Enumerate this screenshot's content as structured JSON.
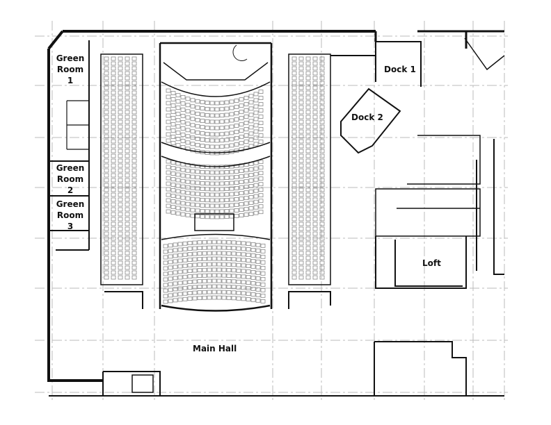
{
  "rooms": {
    "green_room_1": {
      "line1": "Green",
      "line2": "Room 1"
    },
    "green_room_2": {
      "line1": "Green",
      "line2": "Room 2"
    },
    "green_room_3": {
      "line1": "Green",
      "line2": "Room 3"
    },
    "dock_1": "Dock 1",
    "dock_2": "Dock 2",
    "loft": "Loft",
    "main_hall": "Main Hall"
  },
  "colors": {
    "wall": "#111111",
    "grid": "#bbbbbb",
    "seat": "#888888"
  }
}
